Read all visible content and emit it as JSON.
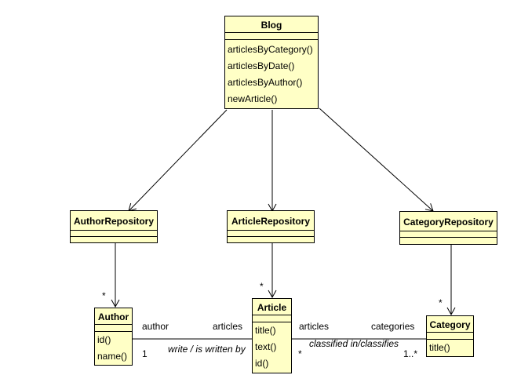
{
  "classes": {
    "blog": {
      "name": "Blog",
      "operations": [
        "articlesByCategory()",
        "articlesByDate()",
        "articlesByAuthor()",
        "newArticle()"
      ]
    },
    "author_repository": {
      "name": "AuthorRepository"
    },
    "article_repository": {
      "name": "ArticleRepository"
    },
    "category_repository": {
      "name": "CategoryRepository"
    },
    "author": {
      "name": "Author",
      "operations": [
        "id()",
        "name()"
      ]
    },
    "article": {
      "name": "Article",
      "operations": [
        "title()",
        "text()",
        "id()"
      ]
    },
    "category": {
      "name": "Category",
      "operations": [
        "title()"
      ]
    }
  },
  "associations": {
    "author_repo_multiplicity": "*",
    "article_repo_multiplicity": "*",
    "category_repo_multiplicity": "*",
    "author_article": {
      "author_role": "author",
      "articles_role": "articles",
      "name": "write / is written by",
      "author_multiplicity": "1"
    },
    "article_category": {
      "articles_role": "articles",
      "categories_role": "categories",
      "name": "classified in/classifies",
      "article_multiplicity": "*",
      "category_multiplicity": "1..*"
    }
  }
}
